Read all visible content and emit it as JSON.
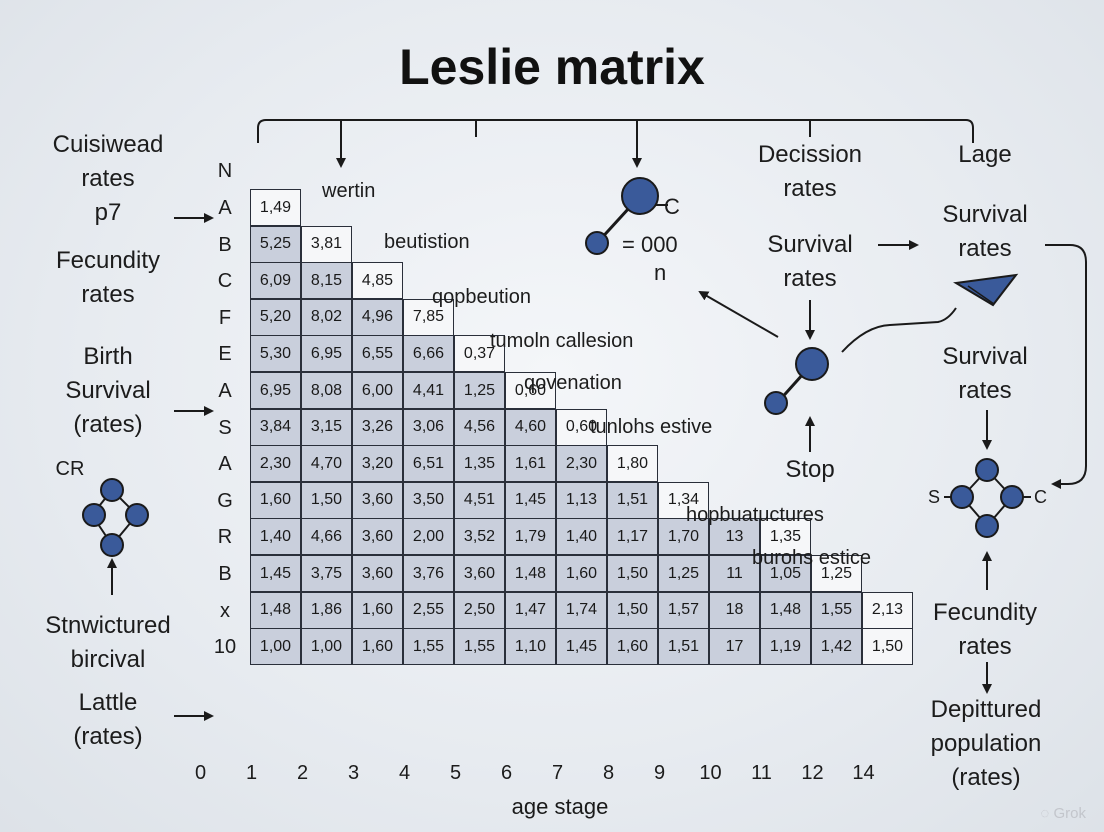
{
  "title": "Leslie matrix",
  "left_labels": [
    {
      "id": "cuisiwead",
      "lines": [
        "Cuisiwead",
        "rates",
        "p7"
      ]
    },
    {
      "id": "fecundity",
      "lines": [
        "Fecundity",
        "rates"
      ]
    },
    {
      "id": "birth-survival",
      "lines": [
        "Birth",
        "Survival",
        "(rates)"
      ]
    },
    {
      "id": "cr",
      "lines": [
        "CR"
      ]
    },
    {
      "id": "structured",
      "lines": [
        "Stnwictured",
        "bircival"
      ]
    },
    {
      "id": "lattle",
      "lines": [
        "Lattle",
        "(rates)"
      ]
    }
  ],
  "row_labels": [
    "N",
    "A",
    "B",
    "C",
    "F",
    "E",
    "A",
    "S",
    "A",
    "G",
    "R",
    "B",
    "x",
    "10"
  ],
  "col_labels": [
    "0",
    "1",
    "2",
    "3",
    "4",
    "5",
    "6",
    "7",
    "8",
    "9",
    "10",
    "11",
    "12",
    "14"
  ],
  "x_axis_label": "age stage",
  "matrix": [
    [
      "1,49"
    ],
    [
      "5,25",
      "3,81"
    ],
    [
      "6,09",
      "8,15",
      "4,85"
    ],
    [
      "5,20",
      "8,02",
      "4,96",
      "7,85"
    ],
    [
      "5,30",
      "6,95",
      "6,55",
      "6,66",
      "0,37"
    ],
    [
      "6,95",
      "8,08",
      "6,00",
      "4,41",
      "1,25",
      "0,60"
    ],
    [
      "3,84",
      "3,15",
      "3,26",
      "3,06",
      "4,56",
      "4,60",
      "0,60"
    ],
    [
      "2,30",
      "4,70",
      "3,20",
      "6,51",
      "1,35",
      "1,61",
      "2,30",
      "1,80"
    ],
    [
      "1,60",
      "1,50",
      "3,60",
      "3,50",
      "4,51",
      "1,45",
      "1,13",
      "1,51",
      "1,34"
    ],
    [
      "1,40",
      "4,66",
      "3,60",
      "2,00",
      "3,52",
      "1,79",
      "1,40",
      "1,17",
      "1,70",
      "13",
      "1,35"
    ],
    [
      "1,45",
      "3,75",
      "3,60",
      "3,76",
      "3,60",
      "1,48",
      "1,60",
      "1,50",
      "1,25",
      "11",
      "1,05",
      "1,25"
    ],
    [
      "1,48",
      "1,86",
      "1,60",
      "2,55",
      "2,50",
      "1,47",
      "1,74",
      "1,50",
      "1,57",
      "18",
      "1,48",
      "1,55",
      "2,13"
    ],
    [
      "1,00",
      "1,00",
      "1,60",
      "1,55",
      "1,55",
      "1,10",
      "1,45",
      "1,60",
      "1,51",
      "17",
      "1,19",
      "1,42",
      "1,50"
    ]
  ],
  "diagonal_labels": [
    "wertin",
    "beutistion",
    "qopbeution",
    "tumoln callesion",
    "qovenation",
    "tunlohs estive",
    "hopbuatuctures",
    "burohs estice"
  ],
  "top_labels": {
    "decission": [
      "Decission",
      "rates"
    ],
    "lage": [
      "Lage"
    ]
  },
  "center_node": {
    "eq": "= 000",
    "n": "n",
    "c": "C"
  },
  "middle_labels": {
    "survival": [
      "Survival",
      "rates"
    ],
    "stop": "Stop"
  },
  "right_labels": [
    {
      "id": "survival-top",
      "lines": [
        "Survival",
        "rates"
      ]
    },
    {
      "id": "survival-mid",
      "lines": [
        "Survival",
        "rates"
      ]
    },
    {
      "id": "fecundity-right",
      "lines": [
        "Fecundity",
        "rates"
      ]
    },
    {
      "id": "depittured",
      "lines": [
        "Depittured",
        "population",
        "(rates)"
      ]
    }
  ],
  "right_graph": {
    "s": "S",
    "c": "C"
  },
  "watermark": "Grok",
  "colors": {
    "node": "#3a5a9a",
    "cell_fill": "#c9cfdc",
    "cell_diag": "#f6f7f9",
    "line": "#1a1a1a"
  }
}
